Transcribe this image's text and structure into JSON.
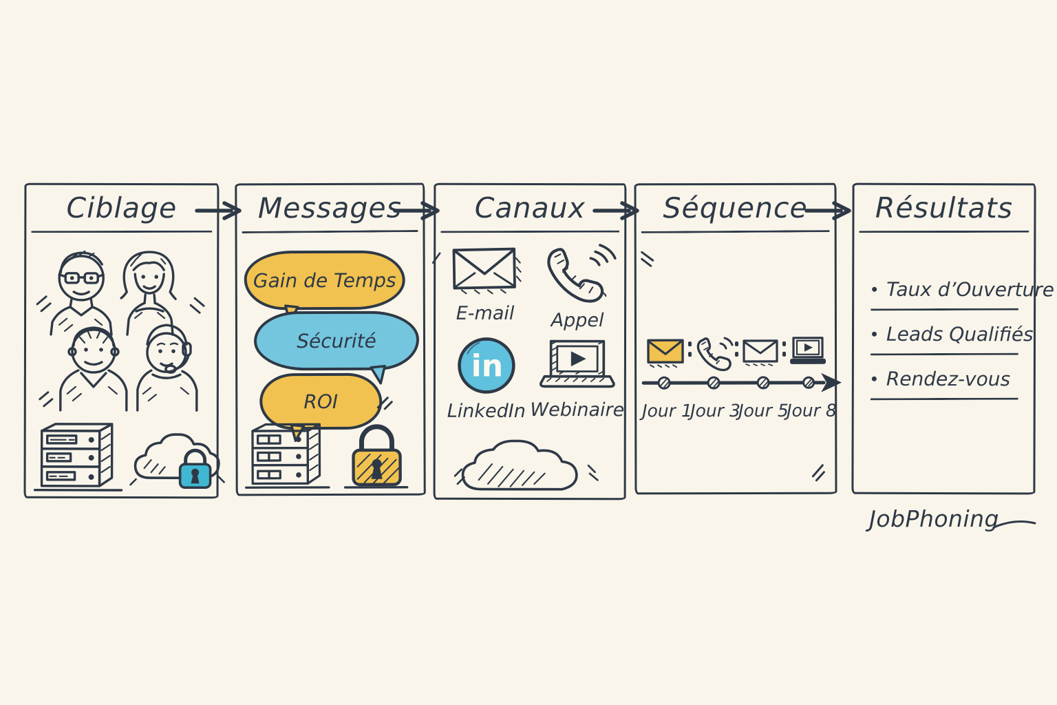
{
  "colors": {
    "bg": "#faf5ea",
    "ink": "#2e3947",
    "yellow": "#f1c24f",
    "blue": "#74c6de",
    "teal": "#41b7d2",
    "linkedin": "#5fc1dd"
  },
  "panels": [
    {
      "title": "Ciblage"
    },
    {
      "title": "Messages",
      "bubbles": [
        {
          "text": "Gain de Temps",
          "color": "yellow"
        },
        {
          "text": "Sécurité",
          "color": "blue"
        },
        {
          "text": "ROI",
          "color": "yellow"
        }
      ]
    },
    {
      "title": "Canaux",
      "channels": [
        {
          "label": "E-mail"
        },
        {
          "label": "Appel"
        },
        {
          "label": "LinkedIn"
        },
        {
          "label": "Webinaire"
        }
      ],
      "linkedin_badge_text": "in"
    },
    {
      "title": "Séquence",
      "steps": [
        {
          "day": "Jour 1"
        },
        {
          "day": "Jour 3"
        },
        {
          "day": "Jour 5"
        },
        {
          "day": "Jour 8"
        }
      ]
    },
    {
      "title": "Résultats",
      "items": [
        "Taux d’Ouverture",
        "Leads Qualifiés",
        "Rendez-vous"
      ]
    }
  ],
  "signature": "JobPhoning",
  "icons": {
    "people-group-icon": "four sketched prospects (man with glasses, woman, young man, agent with headset)",
    "server-icon": "3U server rack doodle",
    "cloud-lock-icon": "cloud with teal padlock",
    "padlock-icon": "yellow hatched padlock",
    "envelope-icon": "outlined envelope",
    "envelope-filled-icon": "yellow filled envelope",
    "phone-icon": "handset with sound waves",
    "linkedin-icon": "blue round badge with in",
    "webinar-laptop-icon": "laptop with play button",
    "cloud-icon": "hatched cloud",
    "flow-arrow-icon": "hand drawn arrow",
    "timeline-arrow-icon": "timeline with day markers"
  }
}
